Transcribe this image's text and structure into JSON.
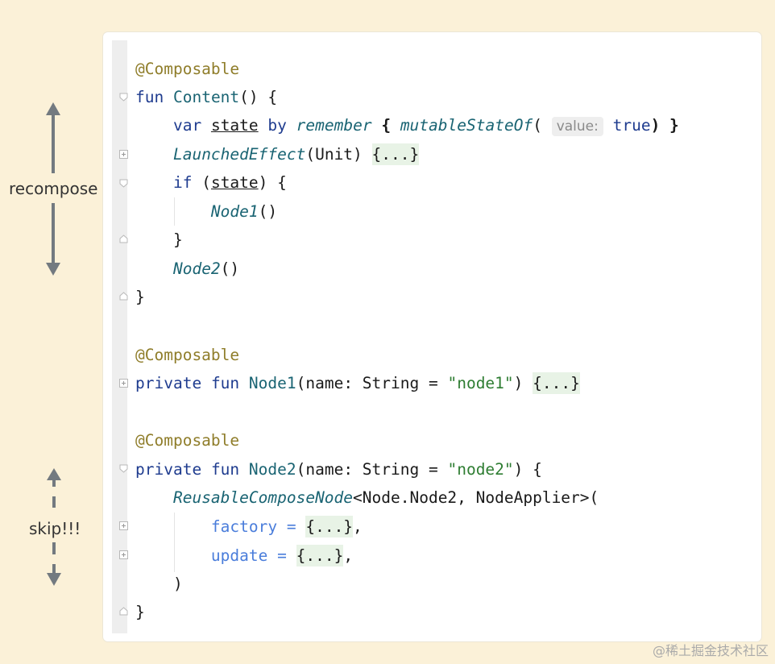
{
  "annotations": {
    "recompose_label": "recompose",
    "skip_label": "skip!!!"
  },
  "colors": {
    "background": "#fbf1d8",
    "annotation": "#8f7d2a",
    "keyword": "#1f3c8f",
    "function": "#1a6473",
    "string": "#2e7d32",
    "param": "#4a7ddb",
    "arrow": "#737a80"
  },
  "code": {
    "l1": {
      "annotation": "@Composable"
    },
    "l2": {
      "kw": "fun",
      "name": "Content",
      "rest": "() {"
    },
    "l3": {
      "kw_var": "var",
      "state": "state",
      "kw_by": "by",
      "remember": "remember",
      "brace": "{",
      "msof": "mutableStateOf",
      "paren": "(",
      "hint": "value:",
      "true_kw": "true",
      "close": ") }"
    },
    "l4": {
      "name": "LaunchedEffect",
      "args": "(Unit)",
      "fold": "{...}"
    },
    "l5": {
      "kw": "if",
      "open": "(",
      "state": "state",
      "close": ") {"
    },
    "l6": {
      "name": "Node1",
      "rest": "()"
    },
    "l7": {
      "text": "}"
    },
    "l8": {
      "name": "Node2",
      "rest": "()"
    },
    "l9": {
      "text": "}"
    },
    "l11": {
      "annotation": "@Composable"
    },
    "l12": {
      "kw_private": "private",
      "kw_fun": "fun",
      "name": "Node1",
      "sig": "(name: String = ",
      "str": "\"node1\"",
      "close": ")",
      "fold": "{...}"
    },
    "l14": {
      "annotation": "@Composable"
    },
    "l15": {
      "kw_private": "private",
      "kw_fun": "fun",
      "name": "Node2",
      "sig": "(name: String = ",
      "str": "\"node2\"",
      "close": ") {"
    },
    "l16": {
      "name": "ReusableComposeNode",
      "generic": "<Node.Node2, NodeApplier>("
    },
    "l17": {
      "param": "factory",
      "eq": " = ",
      "fold": "{...}",
      "comma": ","
    },
    "l18": {
      "param": "update",
      "eq": " = ",
      "fold": "{...}",
      "comma": ","
    },
    "l19": {
      "text": ")"
    },
    "l20": {
      "text": "}"
    }
  },
  "watermark": "@稀土掘金技术社区"
}
